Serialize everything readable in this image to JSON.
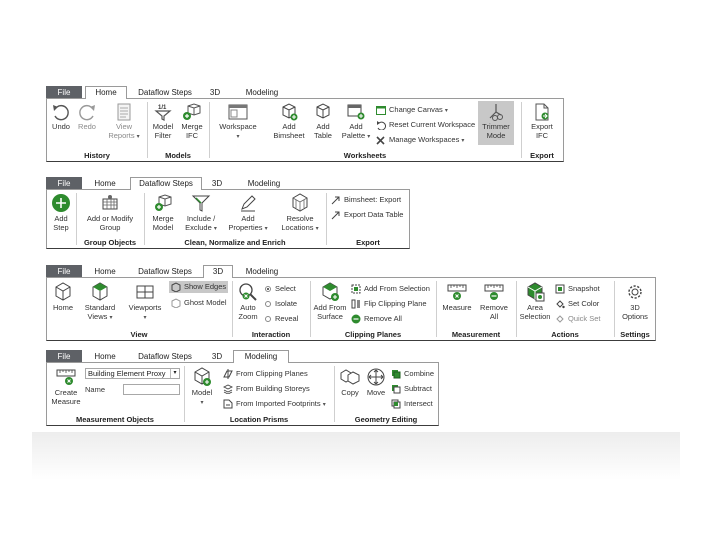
{
  "colors": {
    "file_tab": "#5e6166",
    "accent": "#2e8b2e",
    "highlight": "#c8c8c8"
  },
  "ribbon_home": {
    "tabs": [
      "File",
      "Home",
      "Dataflow Steps",
      "3D",
      "Modeling"
    ],
    "active": "Home",
    "groups": {
      "history": {
        "title": "History",
        "undo": "Undo",
        "redo": "Redo",
        "view_reports_1": "View",
        "view_reports_2": "Reports"
      },
      "models": {
        "title": "Models",
        "model_filter_1": "Model",
        "model_filter_2": "Filter",
        "merge_ifc_1": "Merge",
        "merge_ifc_2": "IFC"
      },
      "worksheets": {
        "title": "Worksheets",
        "workspace": "Workspace",
        "add_bimsheet_1": "Add",
        "add_bimsheet_2": "Bimsheet",
        "add_table_1": "Add",
        "add_table_2": "Table",
        "add_palette_1": "Add",
        "add_palette_2": "Palette",
        "change_canvas": "Change Canvas",
        "reset_workspace": "Reset Current Workspace",
        "manage_workspaces": "Manage Workspaces",
        "trimmer_mode_1": "Trimmer",
        "trimmer_mode_2": "Mode"
      },
      "export": {
        "title": "Export",
        "export_ifc_1": "Export",
        "export_ifc_2": "IFC"
      }
    }
  },
  "ribbon_dataflow": {
    "tabs": [
      "File",
      "Home",
      "Dataflow Steps",
      "3D",
      "Modeling"
    ],
    "active": "Dataflow Steps",
    "groups": {
      "add_step": {
        "label_1": "Add",
        "label_2": "Step"
      },
      "group_objects": {
        "title": "Group Objects",
        "add_modify_1": "Add or Modify",
        "add_modify_2": "Group"
      },
      "clean": {
        "title": "Clean, Normalize and Enrich",
        "merge_model_1": "Merge",
        "merge_model_2": "Model",
        "include_exclude_1": "Include /",
        "include_exclude_2": "Exclude",
        "add_properties_1": "Add",
        "add_properties_2": "Properties",
        "resolve_locations_1": "Resolve",
        "resolve_locations_2": "Locations"
      },
      "export": {
        "title": "Export",
        "bimsheet_export": "Bimsheet: Export",
        "export_data_table": "Export Data Table"
      }
    }
  },
  "ribbon_3d": {
    "tabs": [
      "File",
      "Home",
      "Dataflow Steps",
      "3D",
      "Modeling"
    ],
    "active": "3D",
    "groups": {
      "view": {
        "title": "View",
        "home": "Home",
        "standard_views_1": "Standard",
        "standard_views_2": "Views",
        "viewports": "Viewports",
        "show_edges": "Show Edges",
        "ghost_model": "Ghost Model"
      },
      "interaction": {
        "title": "Interaction",
        "auto_zoom_1": "Auto",
        "auto_zoom_2": "Zoom",
        "select": "Select",
        "isolate": "Isolate",
        "reveal": "Reveal"
      },
      "clipping": {
        "title": "Clipping Planes",
        "add_from_surface_1": "Add From",
        "add_from_surface_2": "Surface",
        "add_from_selection": "Add From Selection",
        "flip_clipping_plane": "Flip Clipping Plane",
        "remove_all": "Remove All"
      },
      "measurement": {
        "title": "Measurement",
        "measure": "Measure",
        "remove_all_1": "Remove",
        "remove_all_2": "All"
      },
      "actions": {
        "title": "Actions",
        "area_selection_1": "Area",
        "area_selection_2": "Selection",
        "snapshot": "Snapshot",
        "set_color": "Set Color",
        "quick_set": "Quick Set"
      },
      "settings": {
        "title": "Settings",
        "options_1": "3D",
        "options_2": "Options"
      }
    }
  },
  "ribbon_modeling": {
    "tabs": [
      "File",
      "Home",
      "Dataflow Steps",
      "3D",
      "Modeling"
    ],
    "active": "Modeling",
    "groups": {
      "measurement_objects": {
        "title": "Measurement Objects",
        "create_measure_1": "Create",
        "create_measure_2": "Measure",
        "type_value": "Building Element Proxy",
        "name_label": "Name",
        "name_value": ""
      },
      "location_prisms": {
        "title": "Location Prisms",
        "model": "Model",
        "from_clipping_planes": "From Clipping Planes",
        "from_building_storeys": "From Building Storeys",
        "from_imported_footprints": "From Imported Footprints"
      },
      "geometry_editing": {
        "title": "Geometry Editing",
        "copy": "Copy",
        "move": "Move",
        "combine": "Combine",
        "subtract": "Subtract",
        "intersect": "Intersect"
      }
    }
  }
}
